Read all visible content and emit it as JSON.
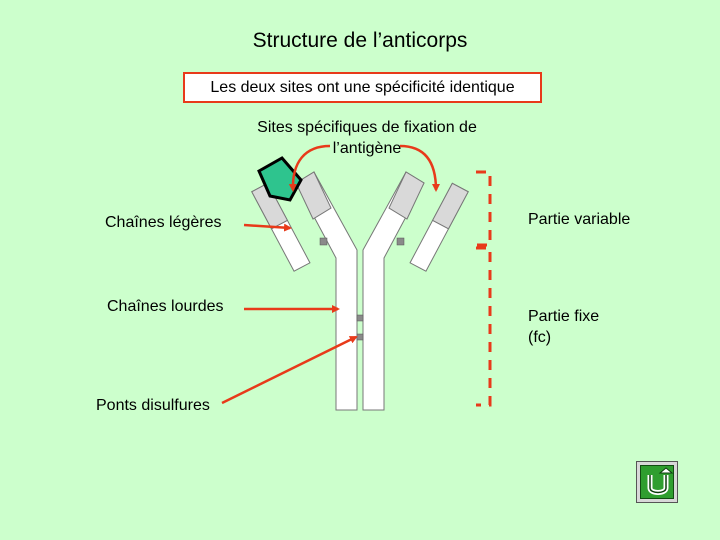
{
  "title": "Structure de l’anticorps",
  "banner": "Les deux sites ont une spécificité identique",
  "sites_label": "Sites spécifiques de fixation de l’antigène",
  "labels": {
    "light_chains": "Chaînes légères",
    "heavy_chains": "Chaînes lourdes",
    "disulfide_bridges": "Ponts disulfures",
    "variable_part": "Partie variable",
    "fixed_part_line1": "Partie fixe",
    "fixed_part_line2": "(fc)"
  },
  "colors": {
    "background": "#ccffcc",
    "arrow": "#e83a1a",
    "antigen": "#2ec48e",
    "constant_region": "#ffffff",
    "variable_region": "#d9d9d9",
    "bridge": "#8a8a8a"
  },
  "icons": {
    "back_button": "return-arrow-icon"
  }
}
